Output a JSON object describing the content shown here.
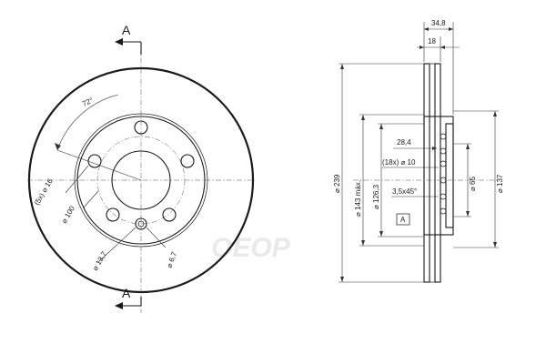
{
  "watermark": "OEOP",
  "front_view": {
    "section_top": "A",
    "section_bottom": "A",
    "bolt_angle": "72°",
    "bolt_holes": "(5x) ⌀ 16",
    "pitch_circle": "⌀ 100",
    "centering_hole": "⌀ 13,7",
    "small_hole": "⌀ 6,7"
  },
  "section_view": {
    "total_height_top": "34,8",
    "thickness": "18",
    "outer_diameter": "⌀ 239",
    "max_diameter": "⌀ 143 máx.",
    "hat_diameter": "⌀ 126,3",
    "dim_28": "28,4",
    "vent_holes": "(18x) ⌀ 10",
    "chamfer": "3,5x45°",
    "bore": "⌀ 65",
    "outer_hat": "⌀ 137",
    "section_label": "A"
  }
}
